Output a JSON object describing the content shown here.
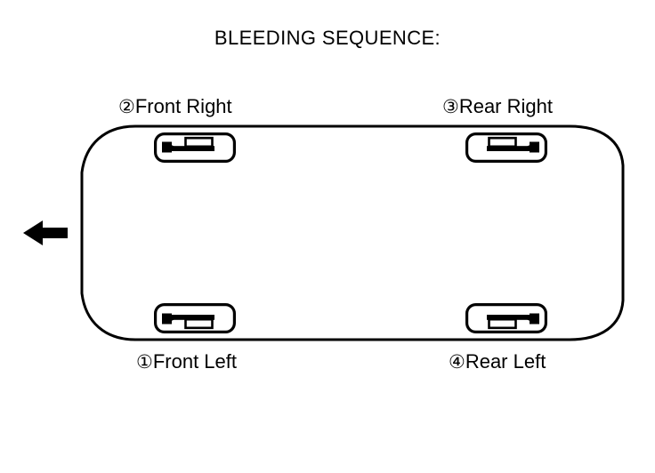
{
  "title": "BLEEDING SEQUENCE:",
  "colors": {
    "ink": "#000000",
    "background": "#ffffff"
  },
  "direction_arrow": {
    "name": "vehicle-forward-direction-arrow",
    "points": "left"
  },
  "vehicle": {
    "view": "top-down body outline"
  },
  "wheels": [
    {
      "id": "front-left",
      "sequence": "①",
      "sequence_number": 1,
      "position_label": "Front Left",
      "corner": "bottom-left",
      "caliper_side": "left"
    },
    {
      "id": "front-right",
      "sequence": "②",
      "sequence_number": 2,
      "position_label": "Front Right",
      "corner": "top-left",
      "caliper_side": "left"
    },
    {
      "id": "rear-right",
      "sequence": "③",
      "sequence_number": 3,
      "position_label": "Rear Right",
      "corner": "top-right",
      "caliper_side": "right"
    },
    {
      "id": "rear-left",
      "sequence": "④",
      "sequence_number": 4,
      "position_label": "Rear Left",
      "corner": "bottom-right",
      "caliper_side": "right"
    }
  ]
}
